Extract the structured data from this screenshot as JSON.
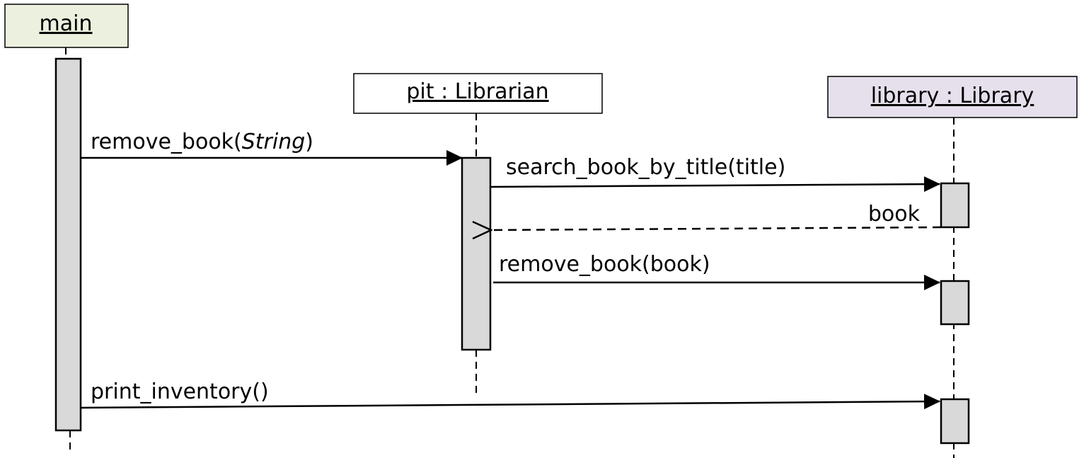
{
  "lifelines": {
    "main": {
      "name": "main",
      "fill": "#ebf1de"
    },
    "librarian": {
      "name": "pit : Librarian",
      "fill": "#ffffff"
    },
    "library": {
      "name": "library : Library",
      "fill": "#e6e0ec"
    }
  },
  "activation_fill": "#d9d9d9",
  "messages": {
    "remove_book_main": {
      "name_part": "remove_book(",
      "param_italic": "String",
      "close": ")"
    },
    "search_book": {
      "label": "search_book_by_title(title)"
    },
    "return_book": {
      "label": "book"
    },
    "remove_book_lib": {
      "label": "remove_book(book)"
    },
    "print_inventory": {
      "label": "print_inventory()"
    }
  }
}
